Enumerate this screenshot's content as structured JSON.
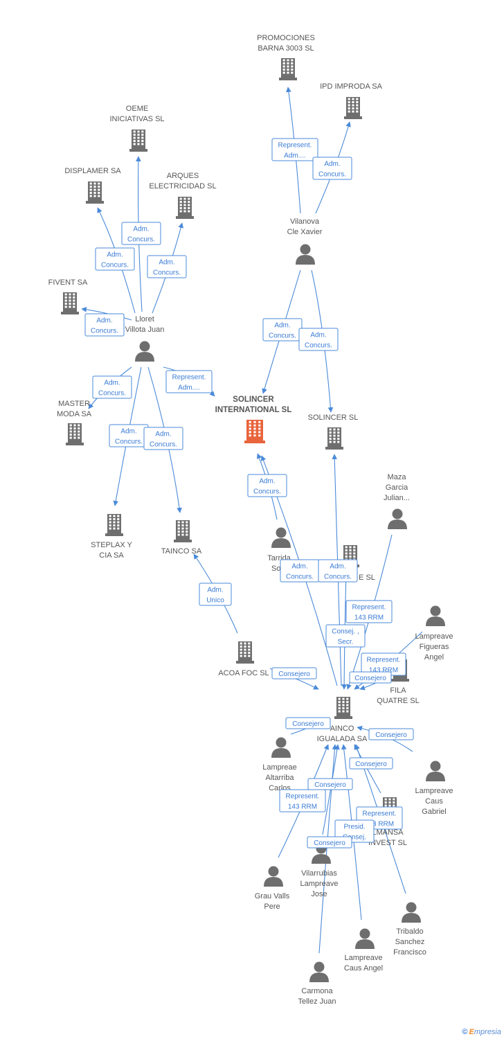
{
  "colors": {
    "company": "#6e6e6e",
    "main_company": "#e8643c",
    "person": "#6e6e6e",
    "edge": "#4a8ad8"
  },
  "nodes": [
    {
      "id": "solincer_intl",
      "type": "company",
      "main": true,
      "label": [
        "SOLINCER",
        "INTERNATIONAL SL"
      ]
    },
    {
      "id": "promociones",
      "type": "company",
      "label": [
        "PROMOCIONES",
        "BARNA 3003 SL"
      ]
    },
    {
      "id": "ipd",
      "type": "company",
      "label": [
        "IPD IMPRODA SA"
      ]
    },
    {
      "id": "oeme",
      "type": "company",
      "label": [
        "OEME",
        "INICIATIVAS SL"
      ]
    },
    {
      "id": "displamer",
      "type": "company",
      "label": [
        "DISPLAMER SA"
      ]
    },
    {
      "id": "arques",
      "type": "company",
      "label": [
        "ARQUES",
        "ELECTRICIDAD SL"
      ]
    },
    {
      "id": "fivent",
      "type": "company",
      "label": [
        "FIVENT SA"
      ]
    },
    {
      "id": "vilanova",
      "type": "person",
      "label": [
        "Vilanova",
        "Cle Xavier"
      ]
    },
    {
      "id": "lloret",
      "type": "person",
      "label": [
        "Lloret",
        "Villota Juan"
      ]
    },
    {
      "id": "master",
      "type": "company",
      "label": [
        "MASTER",
        "MODA SA"
      ]
    },
    {
      "id": "solincer_sl",
      "type": "company",
      "label": [
        "SOLINCER SL"
      ]
    },
    {
      "id": "steplax",
      "type": "company",
      "label": [
        "STEPLAX Y",
        "CIA SA"
      ]
    },
    {
      "id": "tainco",
      "type": "company",
      "label": [
        "TAINCO SA"
      ]
    },
    {
      "id": "maza",
      "type": "person",
      "label": [
        "Maza",
        "Garcia",
        "Julian..."
      ]
    },
    {
      "id": "tarrida",
      "type": "person",
      "label": [
        "Tarrida",
        "Sole"
      ]
    },
    {
      "id": "hidden_sl",
      "type": "company",
      "label": [
        "E SL"
      ]
    },
    {
      "id": "acoa",
      "type": "company",
      "label": [
        "ACOA FOC SL"
      ]
    },
    {
      "id": "lamp_fig",
      "type": "person",
      "label": [
        "Lampreave",
        "Figueras",
        "Angel"
      ]
    },
    {
      "id": "fila",
      "type": "company",
      "label": [
        "FILA",
        "QUATRE SL"
      ]
    },
    {
      "id": "tainco_ig",
      "type": "company",
      "label": [
        "AINCO",
        "IGUALADA SA"
      ]
    },
    {
      "id": "lamp_alt",
      "type": "person",
      "label": [
        "Lampreae",
        "Altarriba",
        "Carlos"
      ]
    },
    {
      "id": "lamp_caus_g",
      "type": "person",
      "label": [
        "Lampreave",
        "Caus",
        "Gabriel"
      ]
    },
    {
      "id": "almansa",
      "type": "company",
      "label": [
        "LMANSA",
        "INVEST SL"
      ]
    },
    {
      "id": "vilarrubias",
      "type": "person",
      "label": [
        "Vilarrubias",
        "Lampreave",
        "Jose"
      ]
    },
    {
      "id": "grau",
      "type": "person",
      "label": [
        "Grau Valls",
        "Pere"
      ]
    },
    {
      "id": "tribaldo",
      "type": "person",
      "label": [
        "Tribaldo",
        "Sanchez",
        "Francisco"
      ]
    },
    {
      "id": "lamp_caus_a",
      "type": "person",
      "label": [
        "Lampreave",
        "Caus Angel"
      ]
    },
    {
      "id": "carmona",
      "type": "person",
      "label": [
        "Carmona",
        "Tellez Juan"
      ]
    }
  ],
  "edges": [
    {
      "label": [
        "Represent.",
        "Adm...."
      ]
    },
    {
      "label": [
        "Adm.",
        "Concurs."
      ]
    },
    {
      "label": [
        "Adm.",
        "Concurs."
      ]
    },
    {
      "label": [
        "Adm.",
        "Concurs."
      ]
    },
    {
      "label": [
        "Adm.",
        "Concurs."
      ]
    },
    {
      "label": [
        "Adm.",
        "Concurs."
      ]
    },
    {
      "label": [
        "Adm.",
        "Concurs."
      ]
    },
    {
      "label": [
        "Adm.",
        "Concurs."
      ]
    },
    {
      "label": [
        "Adm.",
        "Concurs."
      ]
    },
    {
      "label": [
        "Represent.",
        "Adm...."
      ]
    },
    {
      "label": [
        "Adm.",
        "Concurs."
      ]
    },
    {
      "label": [
        "Adm.",
        "Concurs."
      ]
    },
    {
      "label": [
        "Adm.",
        "Concurs."
      ]
    },
    {
      "label": [
        "Adm.",
        "Concurs."
      ]
    },
    {
      "label": [
        "Adm.",
        "Concurs."
      ]
    },
    {
      "label": [
        "Adm.",
        "Unico"
      ]
    },
    {
      "label": [
        "Represent.",
        "143 RRM"
      ]
    },
    {
      "label": [
        "Consej. ,",
        "Secr."
      ]
    },
    {
      "label": [
        "Represent.",
        "143 RRM"
      ]
    },
    {
      "label": [
        "Consejero"
      ]
    },
    {
      "label": [
        "Consejero"
      ]
    },
    {
      "label": [
        "Consejero"
      ]
    },
    {
      "label": [
        "Consejero"
      ]
    },
    {
      "label": [
        "Consejero"
      ]
    },
    {
      "label": [
        "Consejero"
      ]
    },
    {
      "label": [
        "Represent.",
        "143 RRM"
      ]
    },
    {
      "label": [
        "Represent.",
        "143 RRM"
      ]
    },
    {
      "label": [
        "Presid.",
        "Consej."
      ]
    },
    {
      "label": [
        "Consejero"
      ]
    }
  ],
  "footer": {
    "copyright": "©",
    "brand_first": "E",
    "brand_rest": "mpresia"
  }
}
